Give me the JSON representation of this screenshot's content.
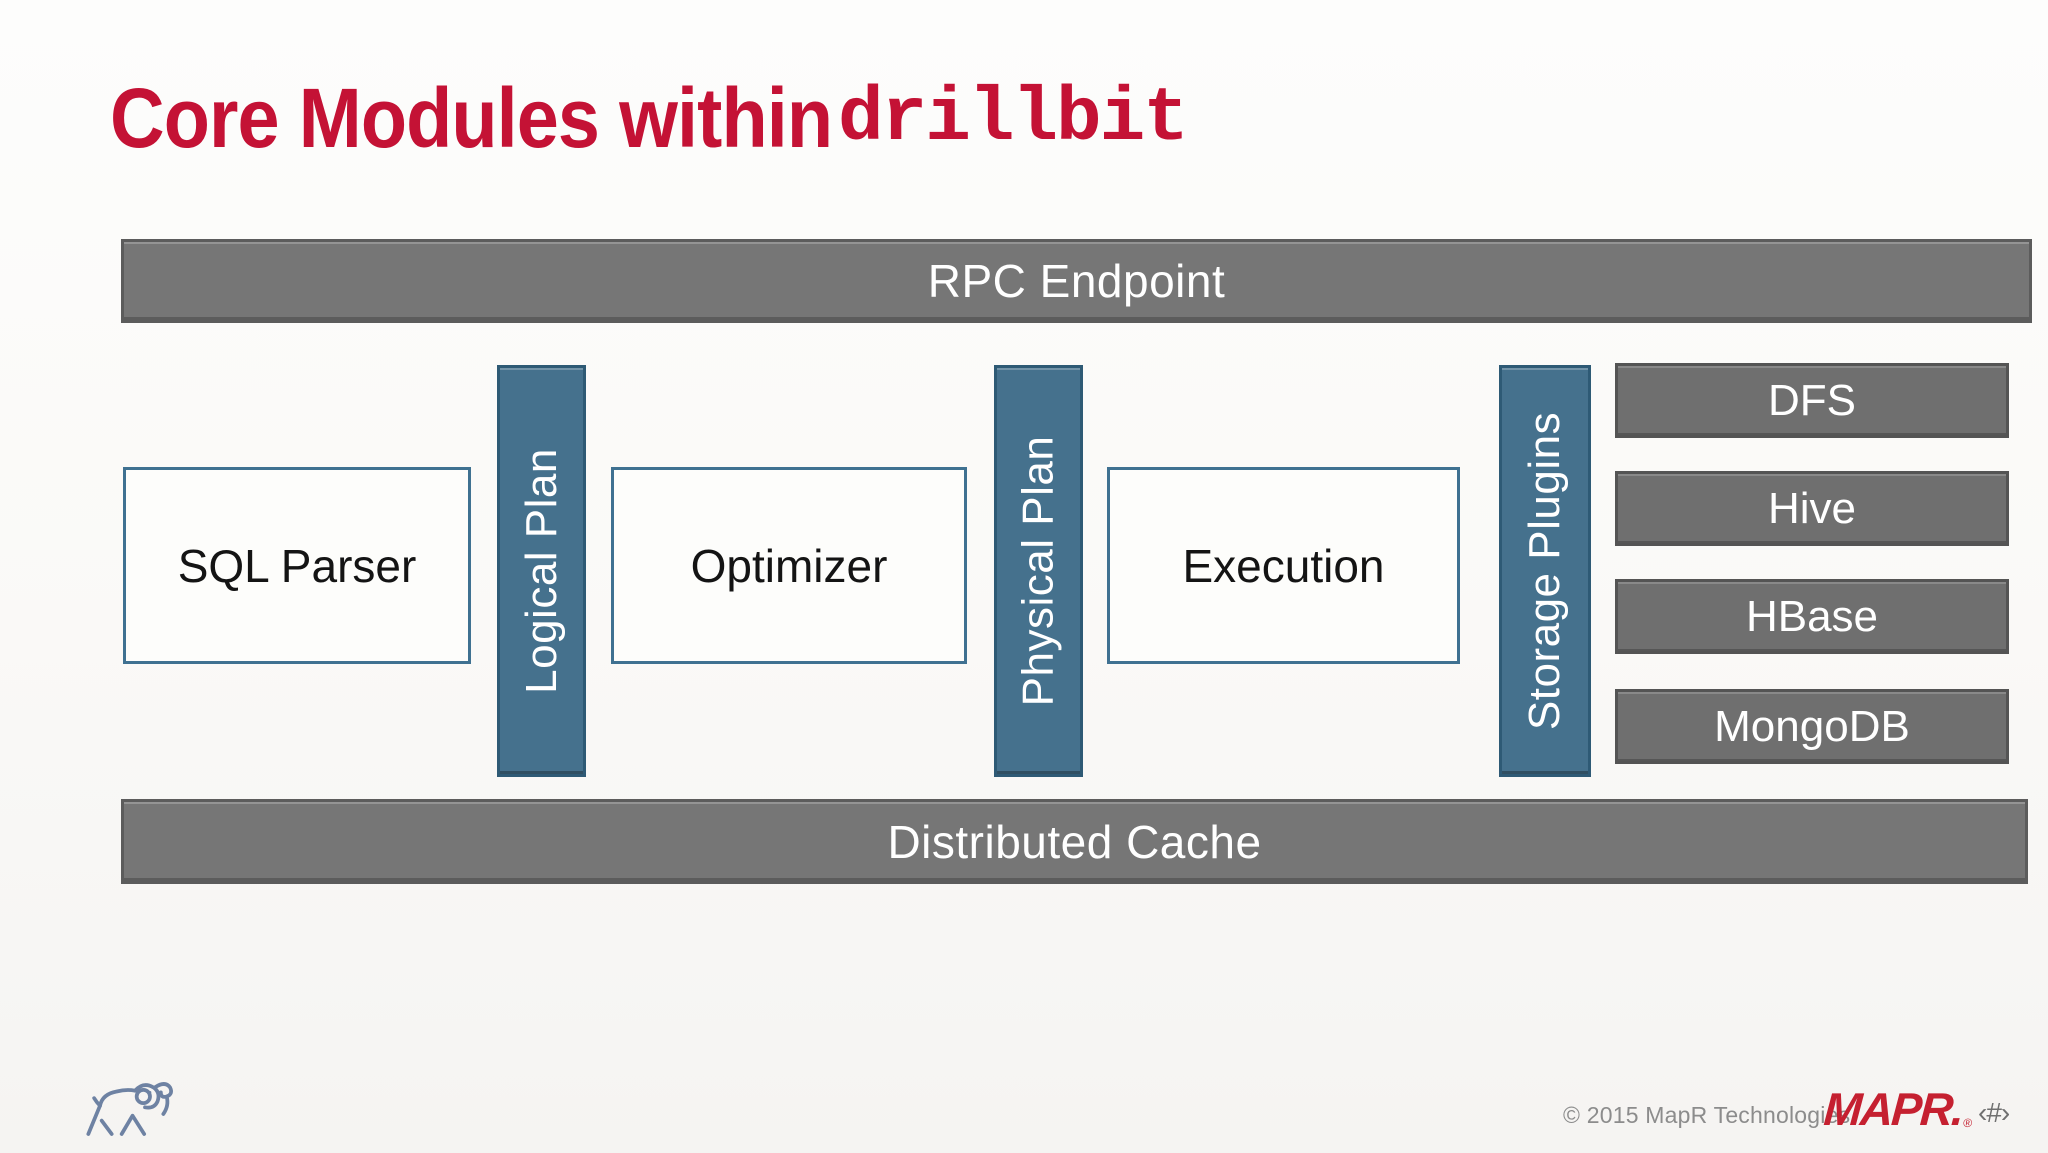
{
  "slide": {
    "title": {
      "text_sans": "Core Modules within",
      "text_code": "drillbit"
    },
    "rpc_bar_label": "RPC Endpoint",
    "modules": [
      "SQL Parser",
      "Optimizer",
      "Execution"
    ],
    "connectors": [
      "Logical Plan",
      "Physical Plan",
      "Storage Plugins"
    ],
    "storage_systems": [
      "DFS",
      "Hive",
      "HBase",
      "MongoDB"
    ],
    "cache_bar_label": "Distributed Cache",
    "footer": {
      "copyright": "© 2015 MapR Technologies",
      "brand": "MAPR.",
      "brand_mark": "®",
      "slide_number": "‹#›"
    },
    "colors": {
      "title_red": "#c41235",
      "bar_gray": "#767676",
      "storage_gray": "#6f6f6f",
      "connector_teal": "#45718d",
      "module_border_teal": "#3f7191",
      "brand_red": "#c52030",
      "elephant_slate": "#6e82a3"
    }
  }
}
